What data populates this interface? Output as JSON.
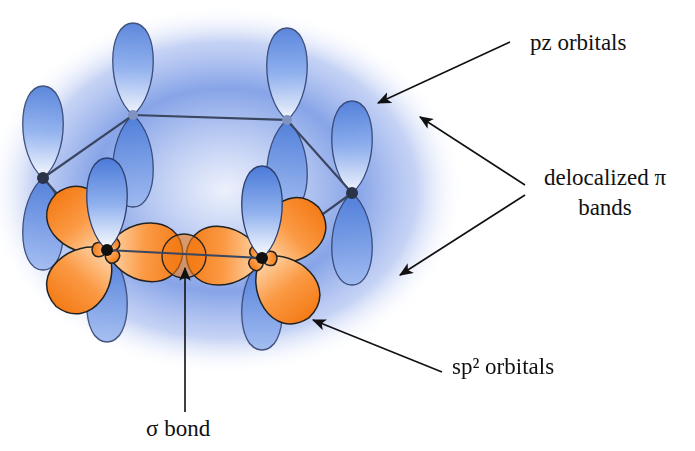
{
  "diagram": {
    "labels": [
      "pz orbitals",
      "delocalized π bands",
      "sp² orbitals",
      "σ bond"
    ]
  }
}
